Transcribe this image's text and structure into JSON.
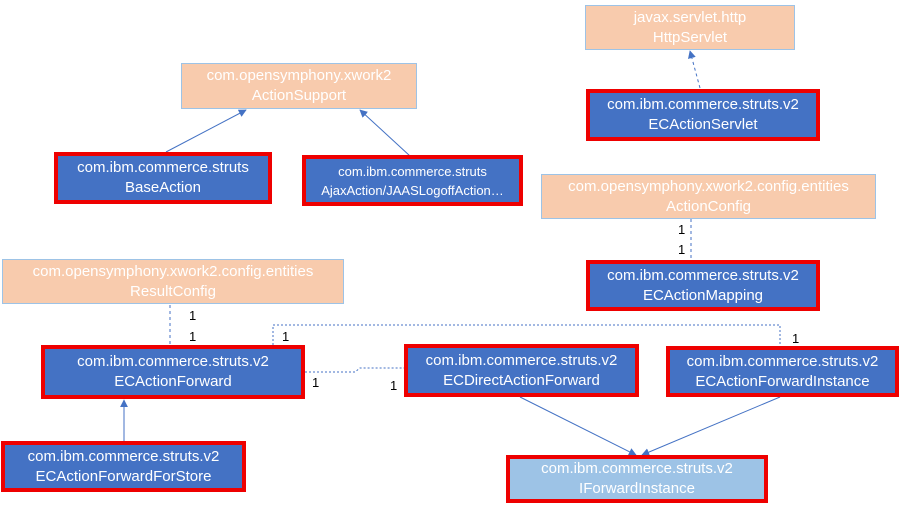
{
  "boxes": {
    "action_support": {
      "line1": "com.opensymphony.xwork2",
      "line2": "ActionSupport"
    },
    "http_servlet": {
      "line1": "javax.servlet.http",
      "line2": "HttpServlet"
    },
    "ec_action_servlet": {
      "line1": "com.ibm.commerce.struts.v2",
      "line2": "ECActionServlet"
    },
    "base_action": {
      "line1": "com.ibm.commerce.struts",
      "line2": "BaseAction"
    },
    "ajax_action": {
      "line1": "com.ibm.commerce.struts",
      "line2": "AjaxAction/JAASLogoffAction…"
    },
    "action_config": {
      "line1": "com.opensymphony.xwork2.config.entities",
      "line2": "ActionConfig"
    },
    "ec_action_mapping": {
      "line1": "com.ibm.commerce.struts.v2",
      "line2": "ECActionMapping"
    },
    "result_config": {
      "line1": "com.opensymphony.xwork2.config.entities",
      "line2": "ResultConfig"
    },
    "ec_action_forward": {
      "line1": "com.ibm.commerce.struts.v2",
      "line2": "ECActionForward"
    },
    "ec_direct_action_forward": {
      "line1": "com.ibm.commerce.struts.v2",
      "line2": "ECDirectActionForward"
    },
    "ec_action_forward_instance": {
      "line1": "com.ibm.commerce.struts.v2",
      "line2": "ECActionForwardInstance"
    },
    "ec_action_forward_for_store": {
      "line1": "com.ibm.commerce.struts.v2",
      "line2": "ECActionForwardForStore"
    },
    "iforward_instance": {
      "line1": "com.ibm.commerce.struts.v2",
      "line2": "IForwardInstance"
    }
  },
  "multiplicities": {
    "action_config_mapping_top": "1",
    "action_config_mapping_bottom": "1",
    "result_config_top": "1",
    "result_config_bottom": "1",
    "forward_bus_left": "1",
    "forward_bus_right": "1",
    "forward_to_direct_left": "1",
    "forward_to_direct_right": "1"
  },
  "colors": {
    "external_class_fill": "#f8cbad",
    "implementation_class_fill": "#4472c4",
    "interface_fill": "#9dc3e6",
    "highlight_border": "#ee0000",
    "connector": "#4472c4"
  }
}
